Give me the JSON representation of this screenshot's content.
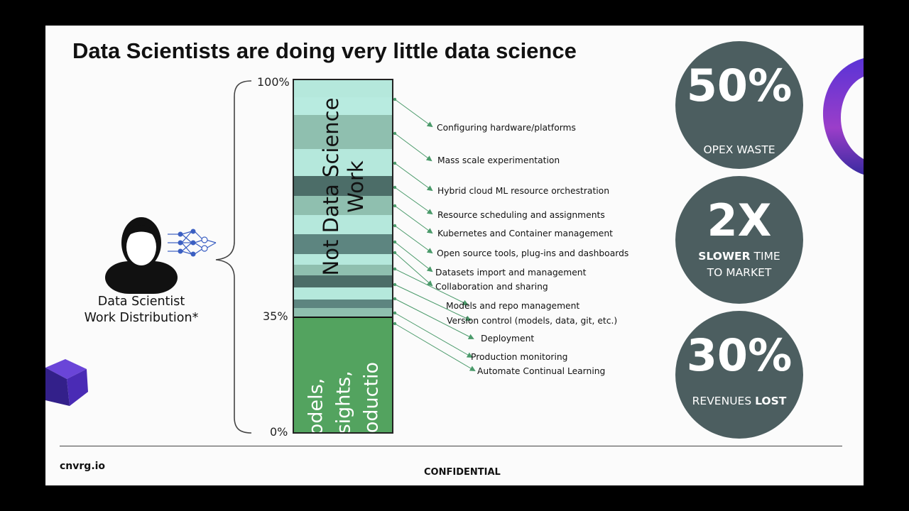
{
  "title": "Data Scientists are doing very little data science",
  "axis": {
    "top": "100%",
    "mid": "35%",
    "bottom": "0%"
  },
  "data_scientist_label": [
    "Data Scientist",
    "Work Distribution*"
  ],
  "column": {
    "not_ds_label": [
      "Not Data Science",
      "Work"
    ],
    "ds_label": [
      "Models,",
      "Insights,",
      "Productio"
    ],
    "ds_share_percent": 35,
    "not_ds_color": "#8fbfaf",
    "ds_color": "#53a35f"
  },
  "tasks": [
    "Configuring hardware/platforms",
    "Mass scale experimentation",
    "Hybrid cloud ML resource orchestration",
    "Resource scheduling and assignments",
    "Kubernetes and Container management",
    "Open source tools, plug-ins and dashboards",
    "Datasets import and management",
    "Collaboration and sharing",
    "Models and repo management",
    "Version control (models, data, git, etc.)",
    "Deployment",
    "Production monitoring",
    "Automate Continual Learning"
  ],
  "stats": [
    {
      "big": "50%",
      "sub": [
        {
          "text": "OPEX WASTE",
          "bold": false
        }
      ],
      "sub2": []
    },
    {
      "big": "2X",
      "sub": [
        {
          "text": "SLOWER",
          "bold": true
        },
        {
          "text": " TIME",
          "bold": false
        }
      ],
      "sub2": [
        {
          "text": "TO MARKET",
          "bold": false
        }
      ]
    },
    {
      "big": "30%",
      "sub": [
        {
          "text": "REVENUES ",
          "bold": false
        },
        {
          "text": "LOST",
          "bold": true
        }
      ],
      "sub2": []
    }
  ],
  "circle_color": "#4c5e60",
  "arrow_color": "#4a9a6a",
  "footer": {
    "logo": "cnvrg.io",
    "confidential": "CONFIDENTIAL"
  }
}
